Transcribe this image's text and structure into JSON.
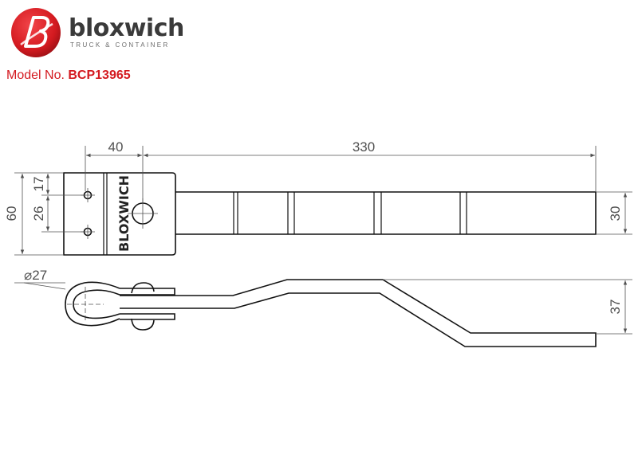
{
  "brand": {
    "name": "bloxwich",
    "tagline": "TRUCK & CONTAINER",
    "accent_color": "#d41a20",
    "logo_icon": "bloxwich-b-badge-icon"
  },
  "model": {
    "label": "Model No.",
    "value": "BCP13965"
  },
  "drawing": {
    "stamp_text": "BLOXWICH",
    "dimensions": {
      "hole_offset": "40",
      "bar_length": "330",
      "top_hole_gap": "17",
      "hole_spacing": "26",
      "overall_height": "60",
      "bar_width": "30",
      "eye_diameter": "27",
      "diameter_symbol": "⌀",
      "offset_drop": "37"
    }
  }
}
